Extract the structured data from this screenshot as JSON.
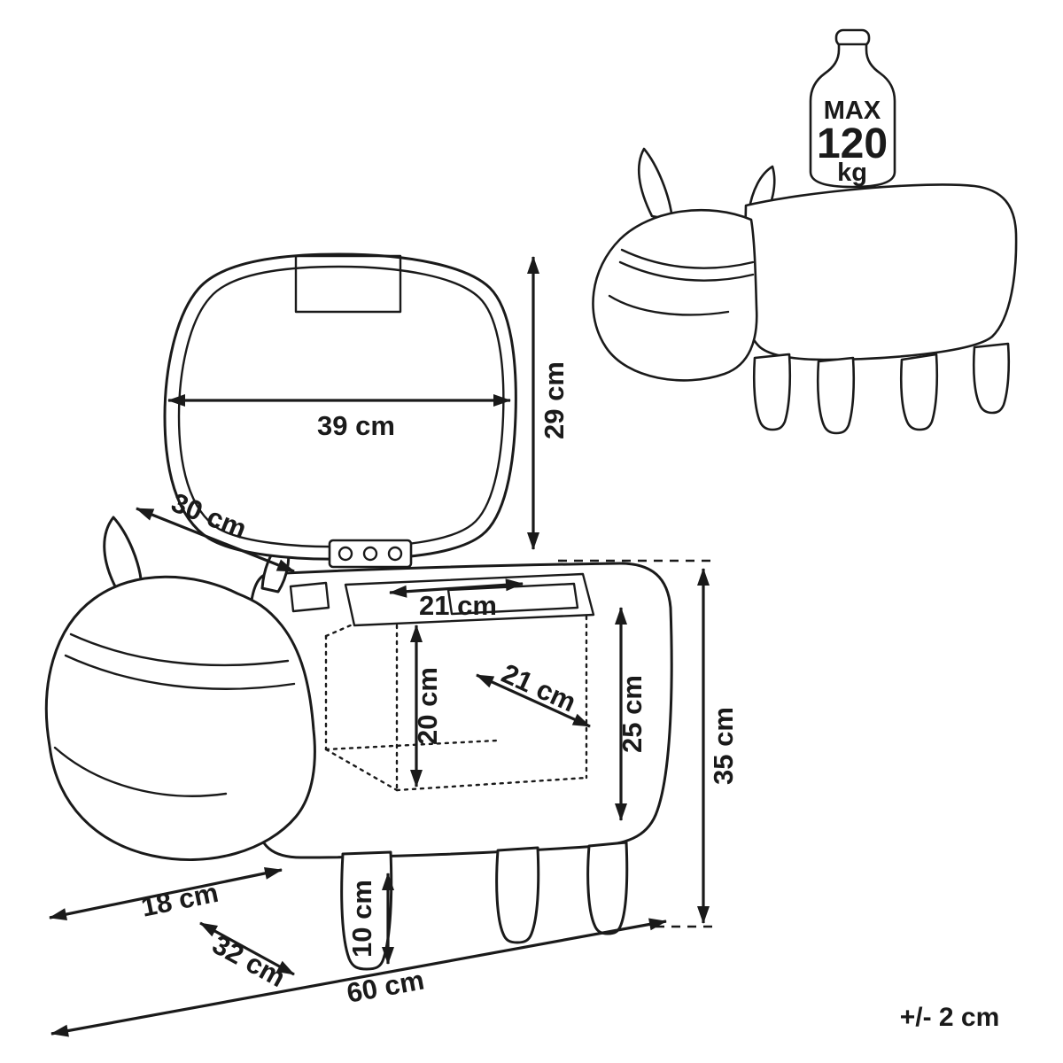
{
  "diagram": {
    "background": "#ffffff",
    "line_color": "#1a1a1a",
    "labels": {
      "lid_width": "39 cm",
      "lid_height": "29 cm",
      "lid_depth": "30 cm",
      "opening_width": "21 cm",
      "inner_height": "20 cm",
      "inner_depth": "21 cm",
      "compartment_height": "25 cm",
      "total_height": "35 cm",
      "head_overhang": "18 cm",
      "body_depth": "32 cm",
      "total_length": "60 cm",
      "leg_height": "10 cm"
    },
    "max_load": {
      "label": "MAX",
      "value": "120",
      "unit": "kg"
    },
    "tolerance": "+/- 2 cm"
  }
}
